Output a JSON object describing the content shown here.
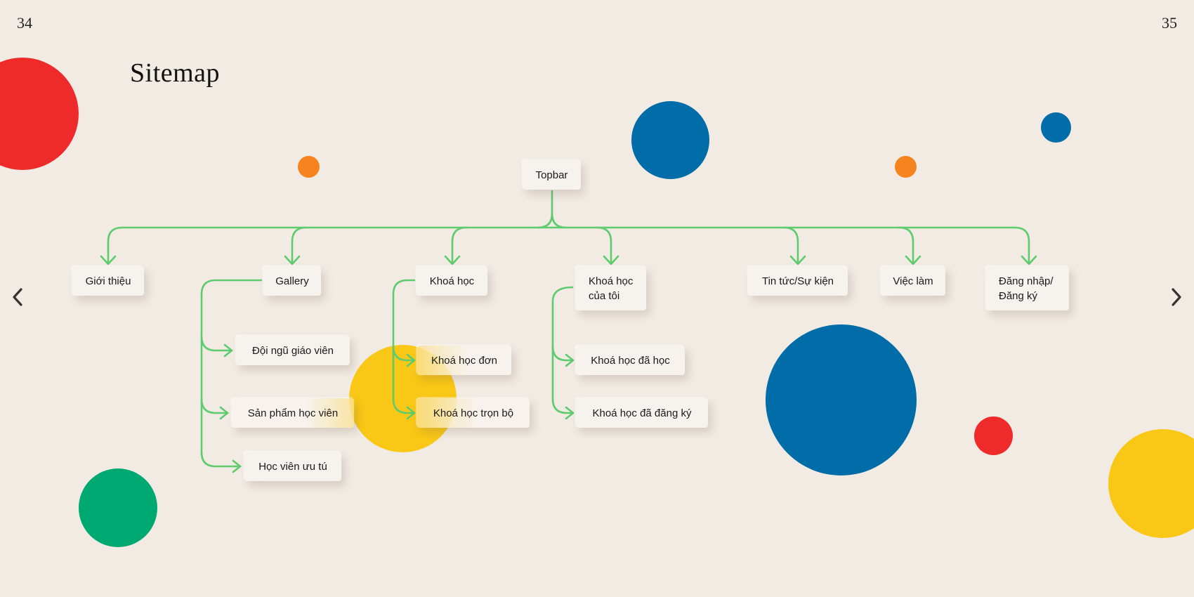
{
  "page": {
    "left_number": "34",
    "right_number": "35",
    "title": "Sitemap"
  },
  "colors": {
    "background": "#f2ebe4",
    "connector": "#5ecb6e",
    "red": "#ee2a2a",
    "blue": "#006ca8",
    "orange": "#f5841f",
    "yellow": "#f9c715",
    "green": "#00a972"
  },
  "icons": {
    "prev": "chevron-left-icon",
    "next": "chevron-right-icon"
  },
  "sitemap": {
    "root": "Topbar",
    "gioi_thieu": "Giới thiệu",
    "gallery": "Gallery",
    "doi_ngu_giao_vien": "Đội ngũ giáo viên",
    "san_pham_hoc_vien": "Sản phẩm học viên",
    "hoc_vien_uu_tu": "Học viên ưu tú",
    "khoa_hoc": "Khoá học",
    "khoa_hoc_don": "Khoá học đơn",
    "khoa_hoc_tron_bo": "Khoá học trọn bộ",
    "khoa_hoc_cua_toi": "Khoá học\ncủa tôi",
    "khoa_hoc_da_hoc": "Khoá học đã học",
    "khoa_hoc_da_dang_ky": "Khoá học đã đăng ký",
    "tin_tuc_su_kien": "Tin tức/Sự kiện",
    "viec_lam": "Việc làm",
    "dang_nhap_dang_ky": "Đăng nhập/\nĐăng ký"
  }
}
